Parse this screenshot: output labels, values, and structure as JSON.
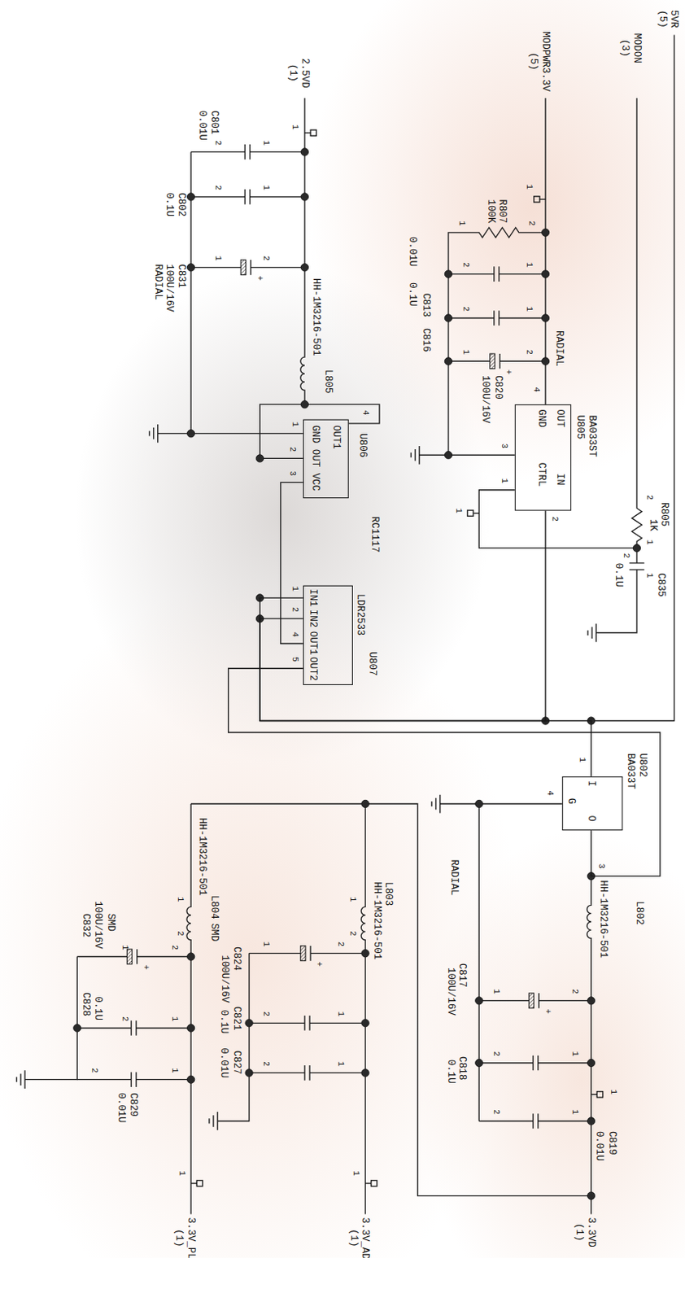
{
  "diagram": {
    "nodes": [
      {
        "text": [
          "U805",
          "BA033ST",
          "OUT",
          "IN",
          "GND",
          "CTRL"
        ]
      },
      {
        "text": [
          "U806",
          "RC1117",
          "OUT1",
          "GND OUT VCC"
        ]
      },
      {
        "text": [
          "U807",
          "LDR2533",
          "IN1",
          "IN2",
          "OUT1",
          "OUT2"
        ]
      },
      {
        "text": [
          "U802",
          "BA033T",
          "I",
          "O",
          "G"
        ]
      }
    ],
    "edges": [
      {
        "from": 2,
        "to": 1,
        "arrow": "none"
      },
      {
        "from": 2,
        "to": 3,
        "arrow": "none"
      },
      {
        "from": 2,
        "to": 0,
        "arrow": "none"
      },
      {
        "from": 2,
        "to": 3,
        "arrow": "none"
      }
    ],
    "labels": [
      "5VR",
      "(5)",
      "MODON",
      "(3)",
      "MODPWR3.3V",
      "(5)",
      "2.5VD",
      "(1)",
      "1",
      "C801",
      "0.01U",
      "2",
      "1",
      "C802",
      "0.1U",
      "2",
      "1",
      "C831",
      "100U/16V",
      "RADIAL",
      "1",
      "2",
      "+",
      "HH-1M3216-501",
      "L805",
      "R807",
      "100K",
      "2",
      "1",
      "1",
      "0.01U",
      "0.1U",
      "C813",
      "C816",
      "2",
      "1",
      "2",
      "1",
      "2",
      "1",
      "+",
      "RADIAL",
      "C820",
      "100U/16V",
      "4",
      "3",
      "1",
      "2",
      "1",
      "R805",
      "1K",
      "2",
      "1",
      "2",
      "0.1U",
      "1",
      "C835",
      "1",
      "2",
      "3",
      "4",
      "1",
      "2",
      "4",
      "5",
      "1",
      "4",
      "3",
      "RADIAL",
      "HH-1M3216-501",
      "L802",
      "C817",
      "100U/16V",
      "1",
      "2",
      "+",
      "C818",
      "0.1U",
      "2",
      "1",
      "2",
      "1",
      "1",
      "C819",
      "0.01U",
      "3.3VD",
      "(1)",
      "HH-1M3216-501",
      "L803",
      "1",
      "2",
      "C824",
      "100U/16V",
      "1",
      "2",
      "+",
      "C821",
      "0.1U",
      "2",
      "1",
      "C827",
      "0.01U",
      "2",
      "1",
      "1",
      "3.3V_AD",
      "(1)",
      "HH-1M3216-501",
      "L804",
      "SMD",
      "1",
      "2",
      "C832",
      "100U/16V",
      "SMD",
      "1",
      "2",
      "+",
      "C828",
      "0.1U",
      "2",
      "1",
      "C829",
      "0.01U",
      "2",
      "1",
      "1",
      "3.3V_PL",
      "(1)"
    ]
  }
}
